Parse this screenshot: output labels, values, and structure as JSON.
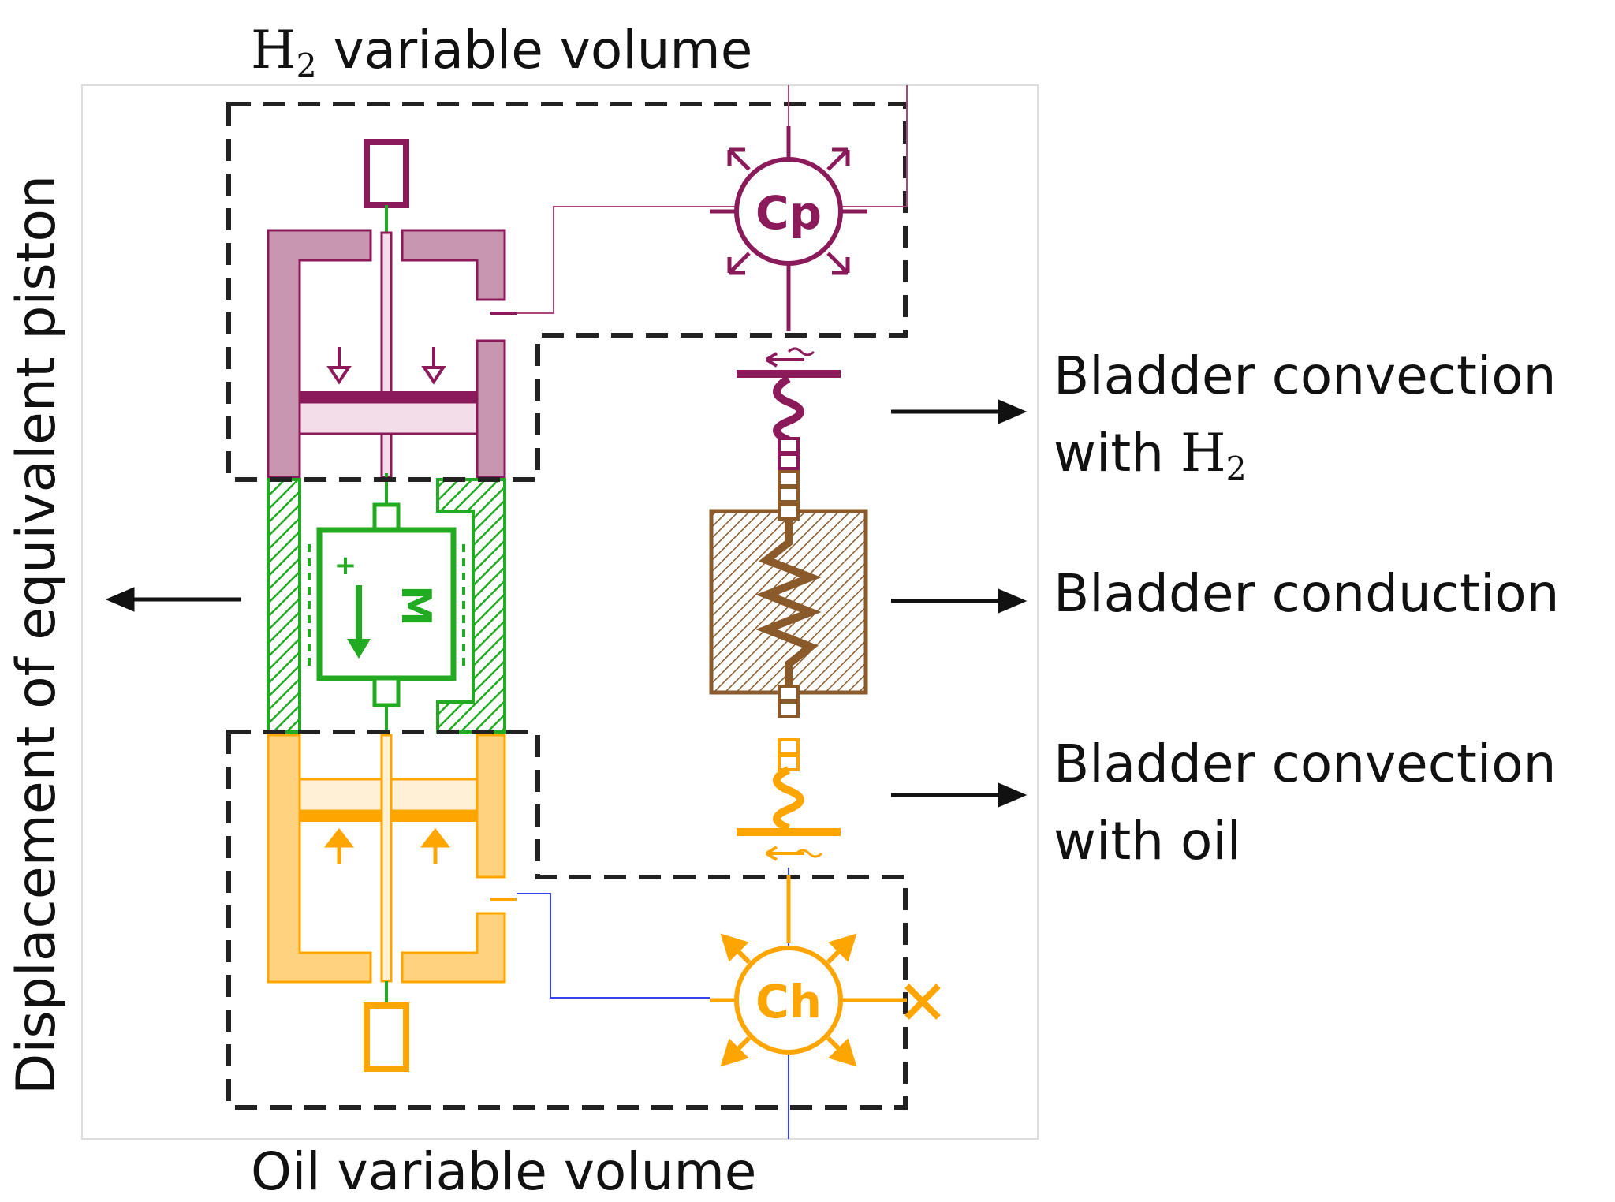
{
  "labels": {
    "top_prefix": "H",
    "top_sub": "2",
    "top_rest": " variable volume",
    "bottom": "Oil variable volume",
    "conv_h2_line1": "Bladder convection",
    "conv_h2_line2_prefix": "with ",
    "conv_h2_line2_h": "H",
    "conv_h2_line2_sub": "2",
    "conduction": "Bladder conduction",
    "conv_oil_line1": "Bladder convection",
    "conv_oil_line2": "with oil",
    "side": "Displacement of equivalent piston"
  },
  "symbols": {
    "cp": "Cp",
    "ch": "Ch",
    "mass": "M",
    "plus": "+"
  },
  "colors": {
    "h2": "#8b1a5a",
    "h2_fill": "#c996b0",
    "oil": "#ffa500",
    "oil_fill": "#ffd280",
    "mass": "#22aa22",
    "conduction": "#8b5a2b",
    "pipe_blue": "#3344ee",
    "dashed": "#222222"
  }
}
